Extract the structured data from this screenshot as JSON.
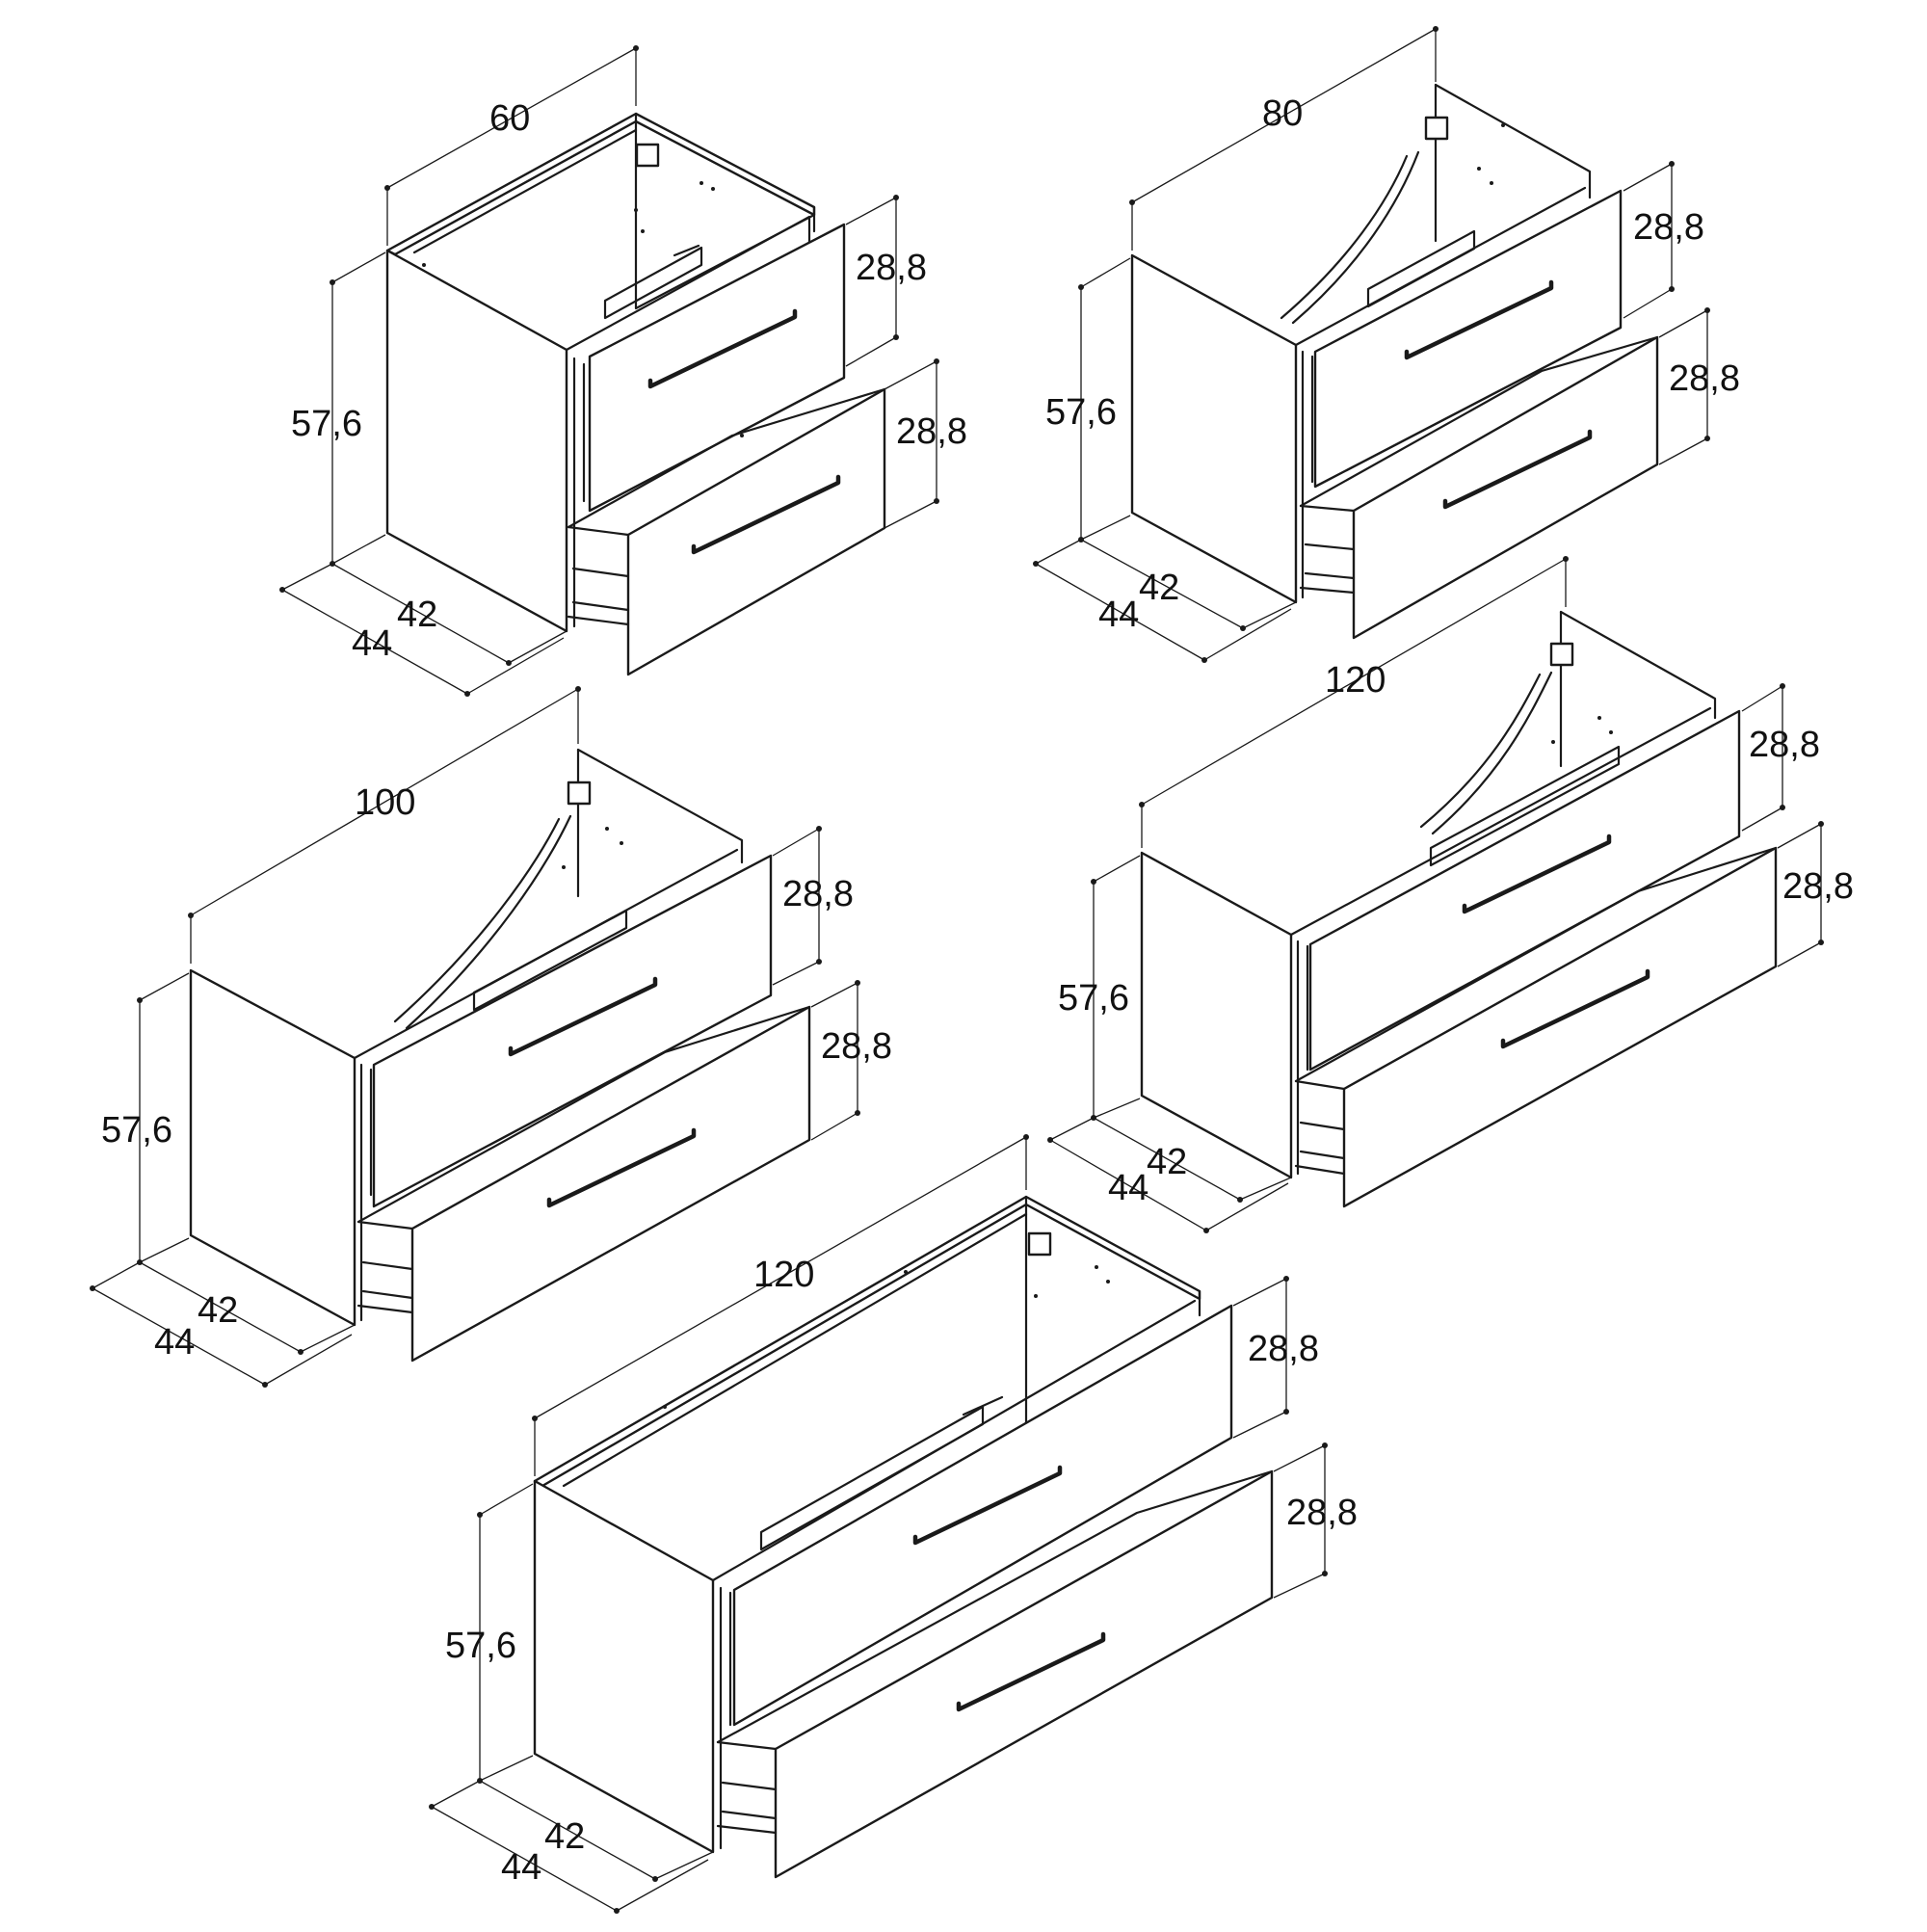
{
  "diagram": {
    "colors": {
      "line": "#1a1a1a",
      "background": "#ffffff",
      "text": "#111111"
    },
    "cabinets": [
      {
        "id": "cab-60",
        "width_label": "60",
        "height_label": "57,6",
        "depth_inner_label": "42",
        "depth_outer_label": "44",
        "drawer_top_label": "28,8",
        "drawer_bottom_label": "28,8",
        "sink_cutout": false
      },
      {
        "id": "cab-80",
        "width_label": "80",
        "height_label": "57,6",
        "depth_inner_label": "42",
        "depth_outer_label": "44",
        "drawer_top_label": "28,8",
        "drawer_bottom_label": "28,8",
        "sink_cutout": true
      },
      {
        "id": "cab-100",
        "width_label": "100",
        "height_label": "57,6",
        "depth_inner_label": "42",
        "depth_outer_label": "44",
        "drawer_top_label": "28,8",
        "drawer_bottom_label": "28,8",
        "sink_cutout": true
      },
      {
        "id": "cab-120a",
        "width_label": "120",
        "height_label": "57,6",
        "depth_inner_label": "42",
        "depth_outer_label": "44",
        "drawer_top_label": "28,8",
        "drawer_bottom_label": "28,8",
        "sink_cutout": true
      },
      {
        "id": "cab-120b",
        "width_label": "120",
        "height_label": "57,6",
        "depth_inner_label": "42",
        "depth_outer_label": "44",
        "drawer_top_label": "28,8",
        "drawer_bottom_label": "28,8",
        "sink_cutout": false
      }
    ]
  }
}
